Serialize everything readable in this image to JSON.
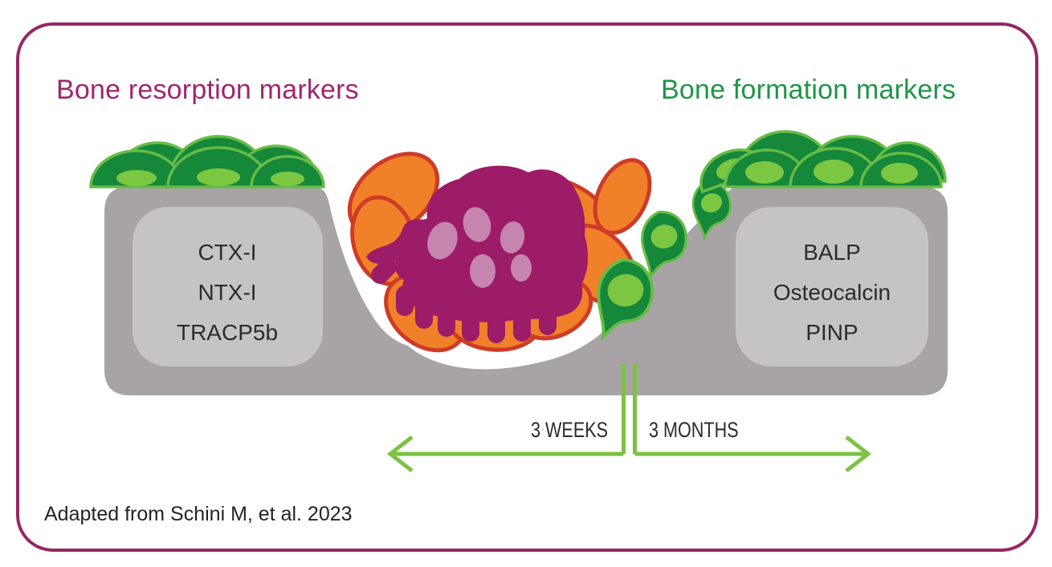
{
  "titles": {
    "resorption": "Bone resorption markers",
    "formation": "Bone formation markers"
  },
  "resorption_box": {
    "markers": [
      "CTX-I",
      "NTX-I",
      "TRACP5b"
    ]
  },
  "formation_box": {
    "markers": [
      "BALP",
      "Osteocalcin",
      "PINP"
    ]
  },
  "timeline": {
    "left_label": "3 WEEKS",
    "right_label": "3 MONTHS"
  },
  "citation": "Adapted from Schini M, et al. 2023",
  "legend_colors": {
    "border": "#962664",
    "resorption_title": "#A1256C",
    "formation_title": "#1E9549",
    "bone": "#A8A4A5",
    "marker_box": "#C6C3C4",
    "osteoclast": "#9C1C67",
    "osteoclast_nuclei": "#C585AE",
    "osteoid_cell": "#F08129",
    "osteoid_cell_outline": "#CE3B27",
    "osteoblast": "#15883A",
    "osteoblast_outline": "#66BC45",
    "osteoblast_nucleus": "#7CC742",
    "arrow": "#7CC243",
    "text": "#2D2A2B"
  }
}
